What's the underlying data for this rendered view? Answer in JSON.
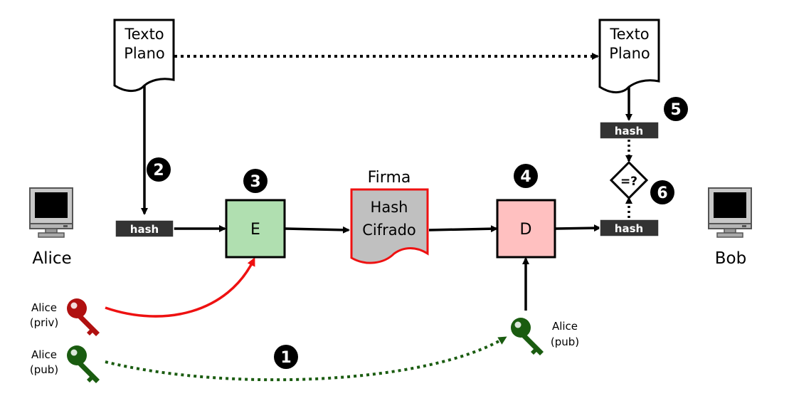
{
  "colors": {
    "hash_box": "#333333",
    "encrypt_box": "#b0dfb0",
    "decrypt_box": "#ffc0c0",
    "signature_fill": "#c0c0c0",
    "signature_border": "#ee1111",
    "private_key": "#b01010",
    "public_key": "#1a5c10",
    "red_arrow": "#ee1111",
    "green_arrow": "#1a5c10"
  },
  "left_document": {
    "line1": "Texto",
    "line2": "Plano",
    "icon": "document-icon"
  },
  "right_document": {
    "line1": "Texto",
    "line2": "Plano",
    "icon": "document-icon"
  },
  "hash_left": "hash",
  "hash_right_top": "hash",
  "hash_right_bottom": "hash",
  "encrypt_box": "E",
  "decrypt_box": "D",
  "signature": {
    "title": "Firma",
    "line1": "Hash",
    "line2": "Cifrado"
  },
  "compare": "=?",
  "computers": {
    "left": "Alice",
    "right": "Bob",
    "icon": "computer-monitor-icon"
  },
  "keys": {
    "alice_private": {
      "line1": "Alice",
      "line2": "(priv)",
      "icon": "key-icon"
    },
    "alice_public": {
      "line1": "Alice",
      "line2": "(pub)",
      "icon": "key-icon"
    },
    "alice_public_received": {
      "line1": "Alice",
      "line2": "(pub)",
      "icon": "key-icon"
    }
  },
  "steps": [
    "1",
    "2",
    "3",
    "4",
    "5",
    "6"
  ]
}
